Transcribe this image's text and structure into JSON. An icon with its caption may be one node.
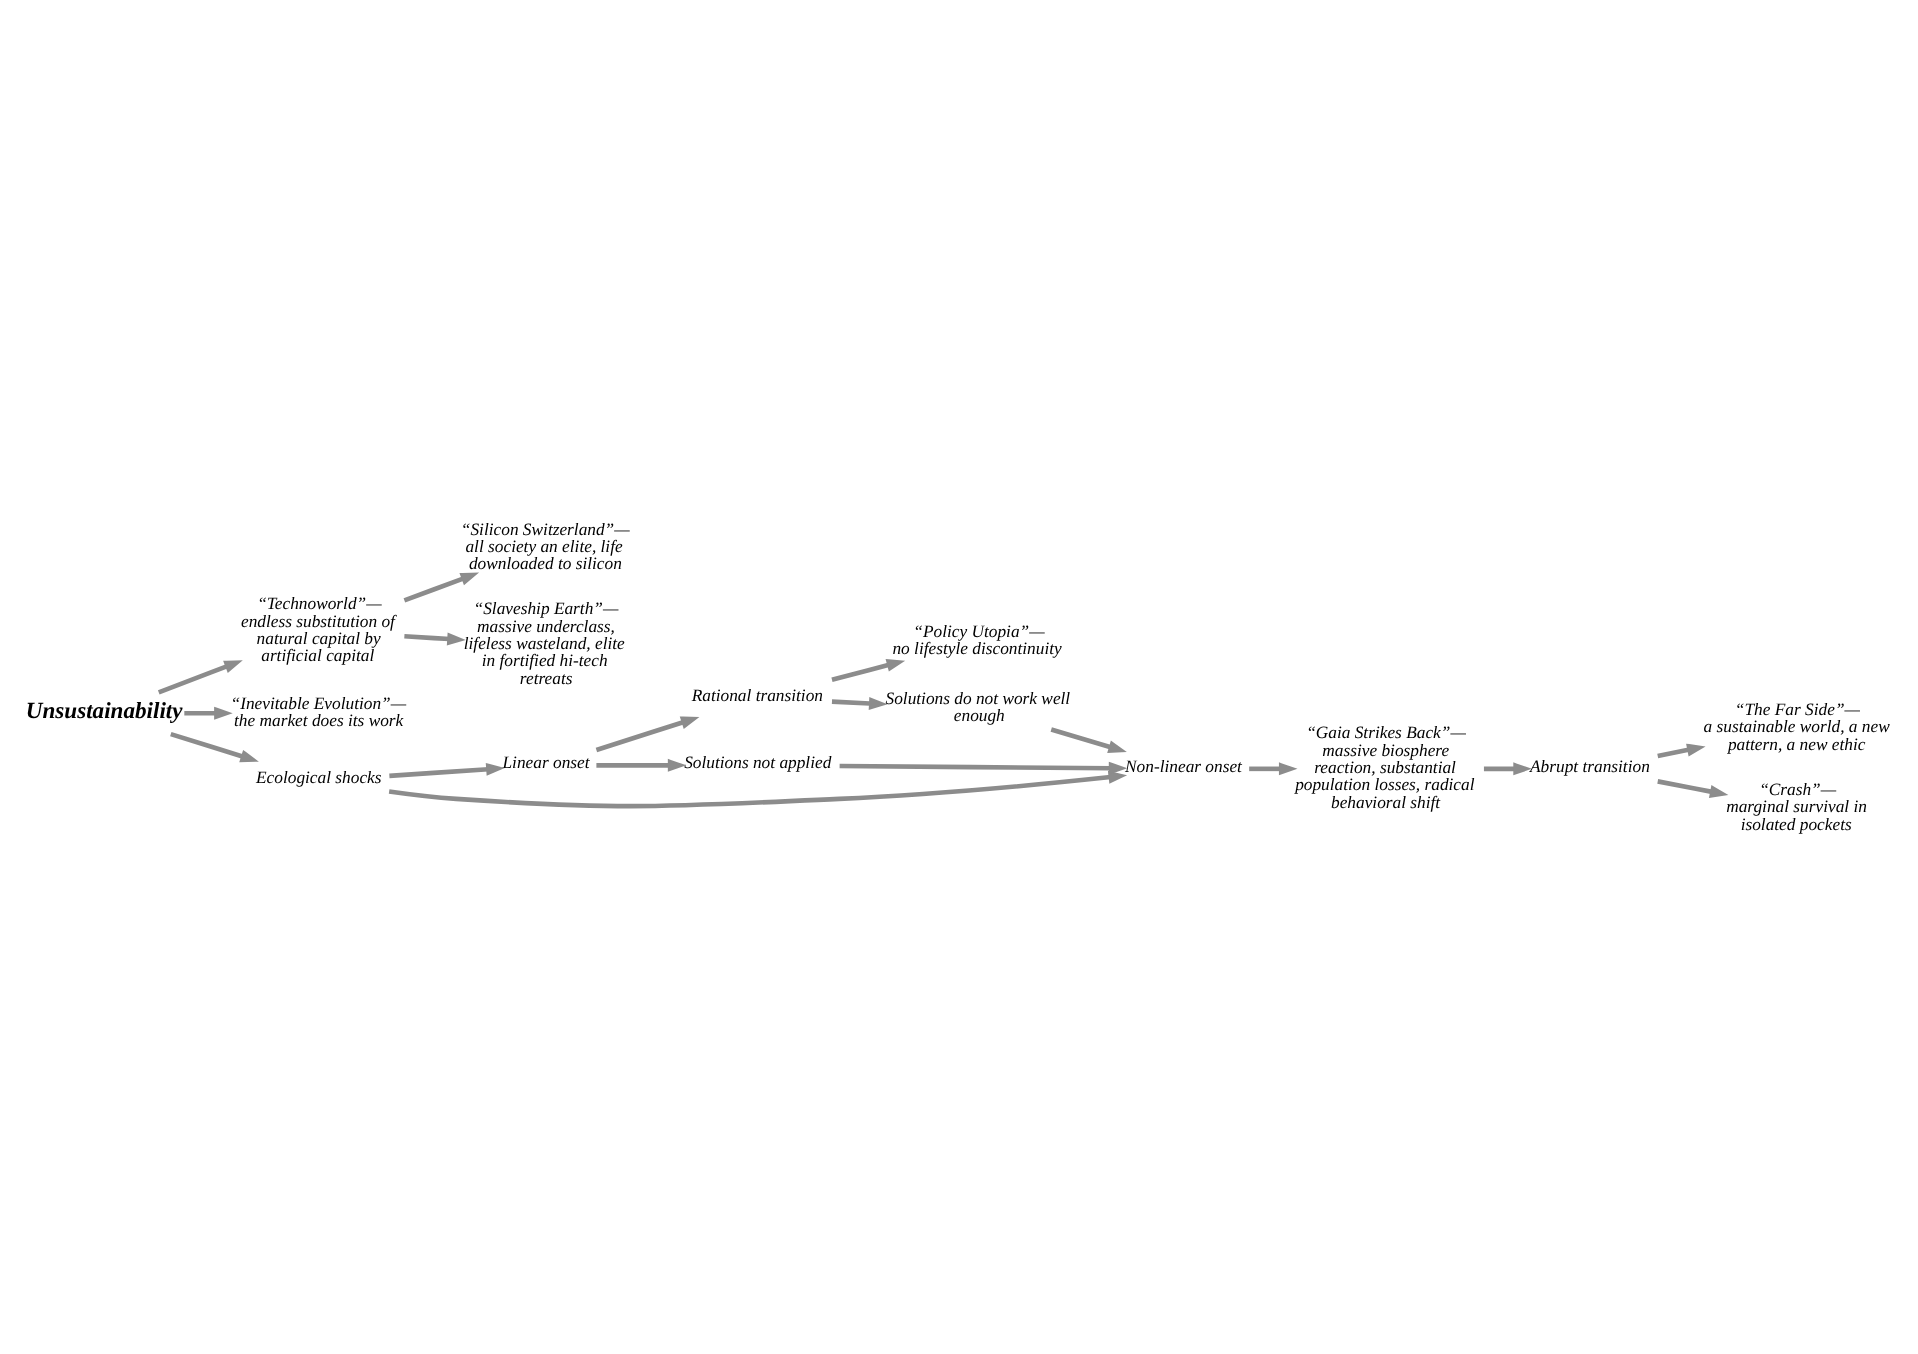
{
  "diagram": {
    "nodes": [
      {
        "text": [
          "Unsustainability"
        ]
      },
      {
        "text": [
          "“Technoworld”—",
          "endless substitution of natural capital by artificial capital"
        ]
      },
      {
        "text": [
          "“Silicon Switzerland”—",
          "all society an elite, life downloaded to silicon"
        ]
      },
      {
        "text": [
          "“Slaveship Earth”—",
          "massive underclass, lifeless wasteland, elite in fortified hi-tech retreats"
        ]
      },
      {
        "text": [
          "“Inevitable Evolution”—",
          "the market does its work"
        ]
      },
      {
        "text": [
          "Ecological shocks"
        ]
      },
      {
        "text": [
          "Linear onset"
        ]
      },
      {
        "text": [
          "Rational transition"
        ]
      },
      {
        "text": [
          "“Policy Utopia”—",
          "no lifestyle discontinuity"
        ]
      },
      {
        "text": [
          "Solutions not applied"
        ]
      },
      {
        "text": [
          "Solutions do not work well enough"
        ]
      },
      {
        "text": [
          "Non-linear onset"
        ]
      },
      {
        "text": [
          "“Gaia Strikes Back”—",
          "massive biosphere reaction, substantial population losses, radical behavioral shift"
        ]
      },
      {
        "text": [
          "Abrupt transition"
        ]
      },
      {
        "text": [
          "“The Far Side”—",
          "a sustainable world, a new pattern, a new ethic"
        ]
      },
      {
        "text": [
          "“Crash”—",
          "marginal survival in isolated pockets"
        ]
      }
    ],
    "edges": [
      {
        "from": 0,
        "to": 1,
        "arrow": "to"
      },
      {
        "from": 1,
        "to": 2,
        "arrow": "to"
      },
      {
        "from": 1,
        "to": 3,
        "arrow": "to"
      },
      {
        "from": 0,
        "to": 4,
        "arrow": "to"
      },
      {
        "from": 0,
        "to": 5,
        "arrow": "to"
      },
      {
        "from": 5,
        "to": 6,
        "arrow": "to"
      },
      {
        "from": 6,
        "to": 7,
        "arrow": "to"
      },
      {
        "from": 7,
        "to": 8,
        "arrow": "to"
      },
      {
        "from": 6,
        "to": 9,
        "arrow": "to"
      },
      {
        "from": 7,
        "to": 10,
        "arrow": "to"
      },
      {
        "from": 5,
        "to": 11,
        "arrow": "to"
      },
      {
        "from": 9,
        "to": 11,
        "arrow": "to"
      },
      {
        "from": 10,
        "to": 11,
        "arrow": "to"
      },
      {
        "from": 11,
        "to": 12,
        "arrow": "to"
      },
      {
        "from": 12,
        "to": 13,
        "arrow": "to"
      },
      {
        "from": 13,
        "to": 14,
        "arrow": "to"
      },
      {
        "from": 13,
        "to": 15,
        "arrow": "to"
      }
    ]
  }
}
